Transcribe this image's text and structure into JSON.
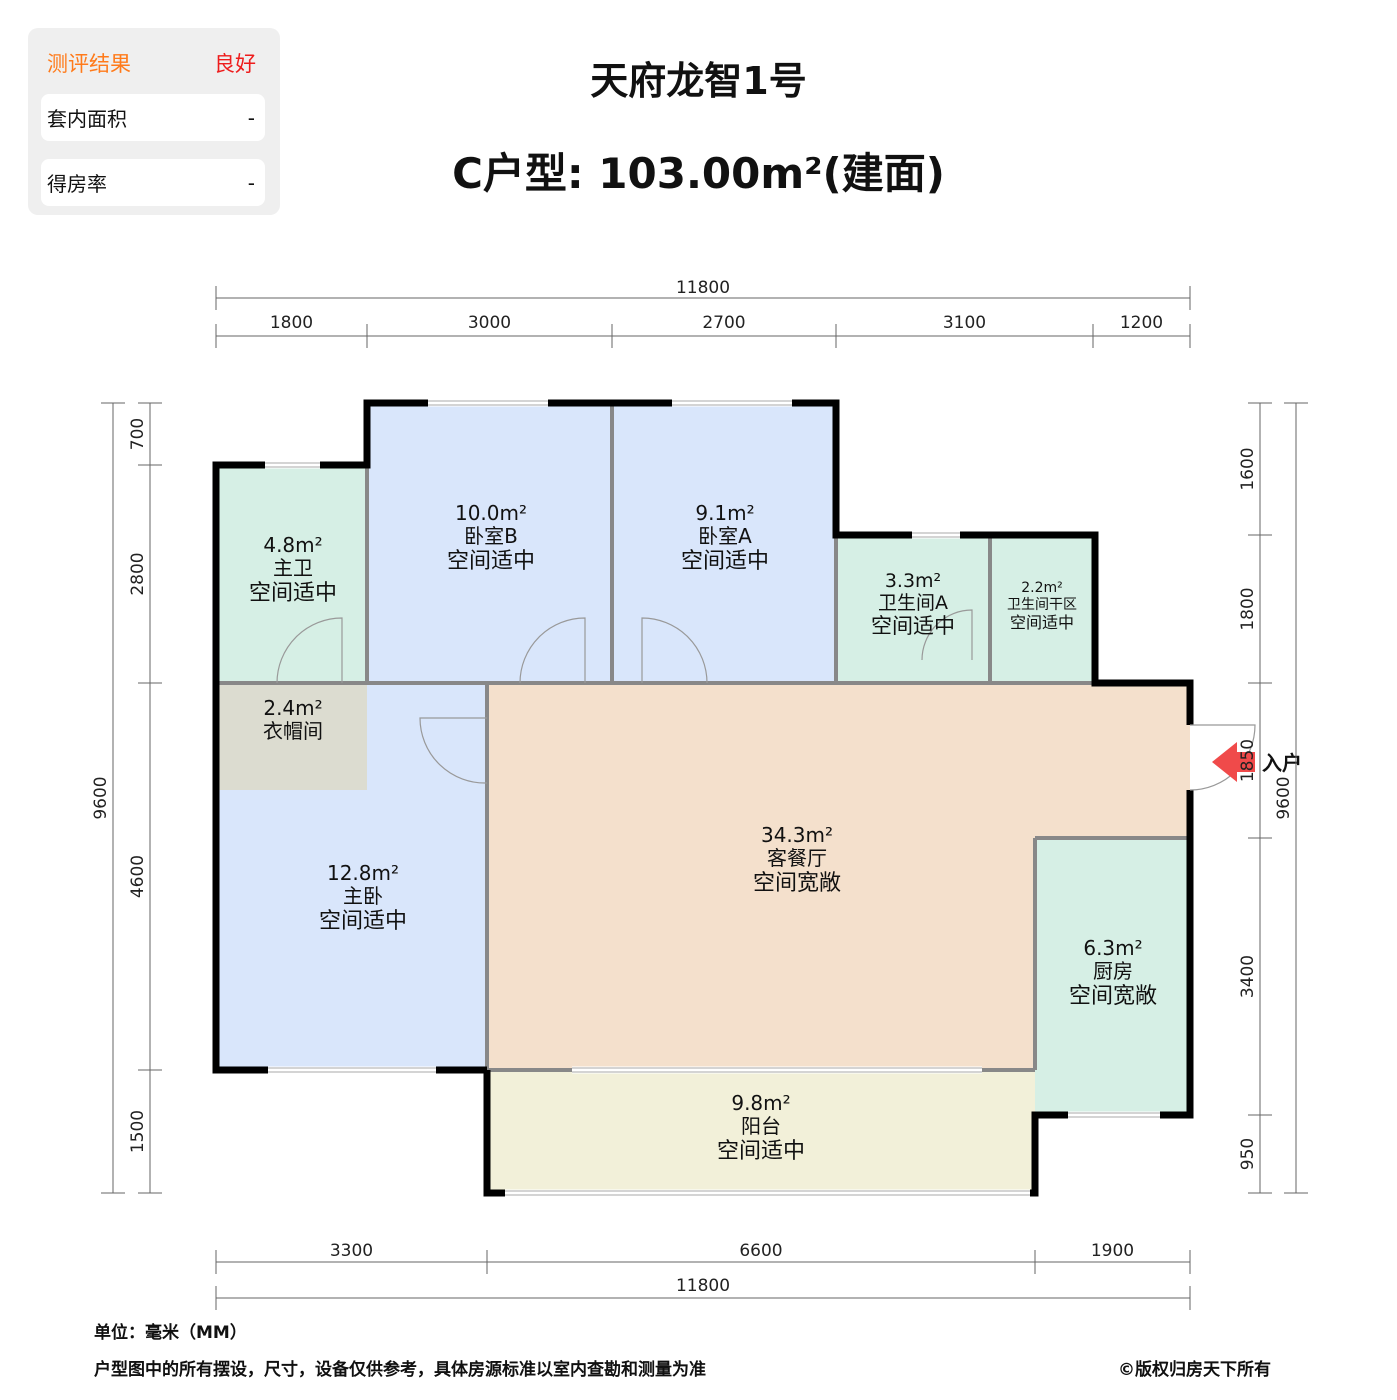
{
  "panel": {
    "result_label": "测评结果",
    "result_value": "良好",
    "rows": [
      {
        "label": "套内面积",
        "value": "-"
      },
      {
        "label": "得房率",
        "value": "-"
      }
    ],
    "result_label_color": "#ff7a1a",
    "result_value_color": "#ee1c1c"
  },
  "header": {
    "project": "天府龙智1号",
    "unit_type": "C户型: 103.00m²(建面)"
  },
  "rooms": [
    {
      "area": "4.8m²",
      "name": "主卫",
      "rating": "空间适中",
      "color": "#d6efe5"
    },
    {
      "area": "2.4m²",
      "name": "衣帽间",
      "rating": "",
      "color": "#dcdcd0"
    },
    {
      "area": "12.8m²",
      "name": "主卧",
      "rating": "空间适中",
      "color": "#d9e6fb"
    },
    {
      "area": "10.0m²",
      "name": "卧室B",
      "rating": "空间适中",
      "color": "#d9e6fb"
    },
    {
      "area": "9.1m²",
      "name": "卧室A",
      "rating": "空间适中",
      "color": "#d9e6fb"
    },
    {
      "area": "3.3m²",
      "name": "卫生间A",
      "rating": "空间适中",
      "color": "#d6efe5"
    },
    {
      "area": "2.2m²",
      "name": "卫生间干区",
      "rating": "空间适中",
      "color": "#d6efe5"
    },
    {
      "area": "34.3m²",
      "name": "客餐厅",
      "rating": "空间宽敞",
      "color": "#f4e0cc"
    },
    {
      "area": "6.3m²",
      "name": "厨房",
      "rating": "空间宽敞",
      "color": "#d6efe5"
    },
    {
      "area": "9.8m²",
      "name": "阳台",
      "rating": "空间适中",
      "color": "#f2f0d9"
    }
  ],
  "dimensions": {
    "top_total": "11800",
    "top": [
      "1800",
      "3000",
      "2700",
      "3100",
      "1200"
    ],
    "bottom_total": "11800",
    "bottom": [
      "3300",
      "6600",
      "1900"
    ],
    "left_total": "9600",
    "left": [
      "700",
      "2800",
      "4600",
      "1500"
    ],
    "right_total": "9600",
    "right": [
      "1600",
      "1800",
      "1850",
      "3400",
      "950"
    ]
  },
  "entrance": {
    "label": "入户",
    "arrow_color": "#f04a4a"
  },
  "footer": {
    "unit": "单位：毫米（MM）",
    "disclaimer": "户型图中的所有摆设，尺寸，设备仅供参考，具体房源标准以室内查勘和测量为准",
    "copyright": "©版权归房天下所有"
  }
}
